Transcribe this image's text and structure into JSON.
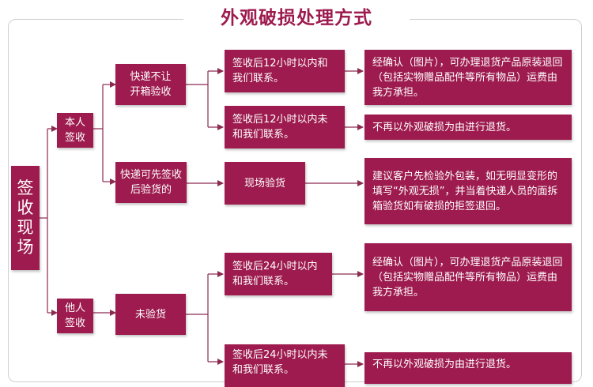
{
  "title": "外观破损处理方式",
  "nodes": {
    "site": "签收现场",
    "self_sign": "本人签收",
    "other_sign": "他人签收",
    "no_open": "快递不让开箱验收",
    "can_open": "快递可先签收后验货的",
    "not_inspected": "未验货",
    "inspect_on_site": "现场验货",
    "sign_12h_contact": "签收后12小时以内和我们联系。",
    "sign_12h_no_contact": "签收后12小时以内未和我们联系。",
    "sign_24h_contact": "签收后24小时以内和我们联系。",
    "sign_24h_no_contact": "签收后24小时以内未和我们联系。",
    "result_return_1": "经确认（图片），可办理退货产品原装退回（包括实物赠品配件等所有物品）运费由我方承担。",
    "result_no_return_1": "不再以外观破损为由进行退货。",
    "result_suggest": "建议客户先检验外包装，如无明显变形的填写“外观无损”，并当着快递人员的面拆箱验货如有破损的拒签退回。",
    "result_return_2": "经确认（图片），可办理退货产品原装退回（包括实物赠品配件等所有物品）运费由我方承担。",
    "result_no_return_2": "不再以外观破损为由进行退货。"
  },
  "colors": {
    "box": "#9d1b4e",
    "title": "#9d1b4e",
    "connector": "#8c2a50"
  }
}
